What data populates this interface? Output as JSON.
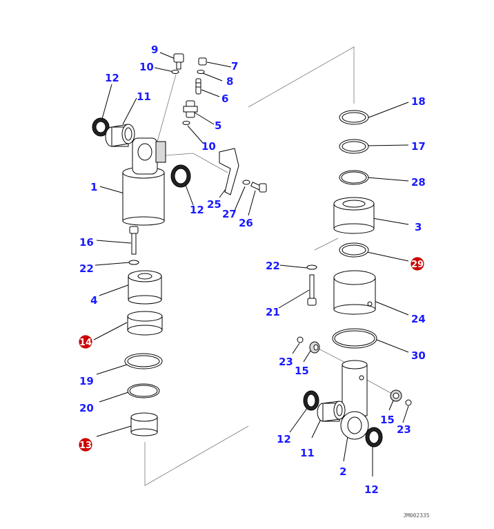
{
  "labels": {
    "p1": "1",
    "p2": "2",
    "p3": "3",
    "p4": "4",
    "p5": "5",
    "p6": "6",
    "p7": "7",
    "p8": "8",
    "p9": "9",
    "p10a": "10",
    "p10b": "10",
    "p11a": "11",
    "p11b": "11",
    "p12a": "12",
    "p12b": "12",
    "p12c": "12",
    "p12d": "12",
    "p13": "13",
    "p14": "14",
    "p15a": "15",
    "p15b": "15",
    "p16": "16",
    "p17": "17",
    "p18": "18",
    "p19": "19",
    "p20": "20",
    "p21": "21",
    "p22a": "22",
    "p22b": "22",
    "p23a": "23",
    "p23b": "23",
    "p24": "24",
    "p25": "25",
    "p26": "26",
    "p27": "27",
    "p28": "28",
    "p29": "29",
    "p30": "30"
  },
  "drawing_code": "JM002335",
  "colors": {
    "label": "#1a1aff",
    "badge": "#cc0000",
    "line": "#000000"
  }
}
